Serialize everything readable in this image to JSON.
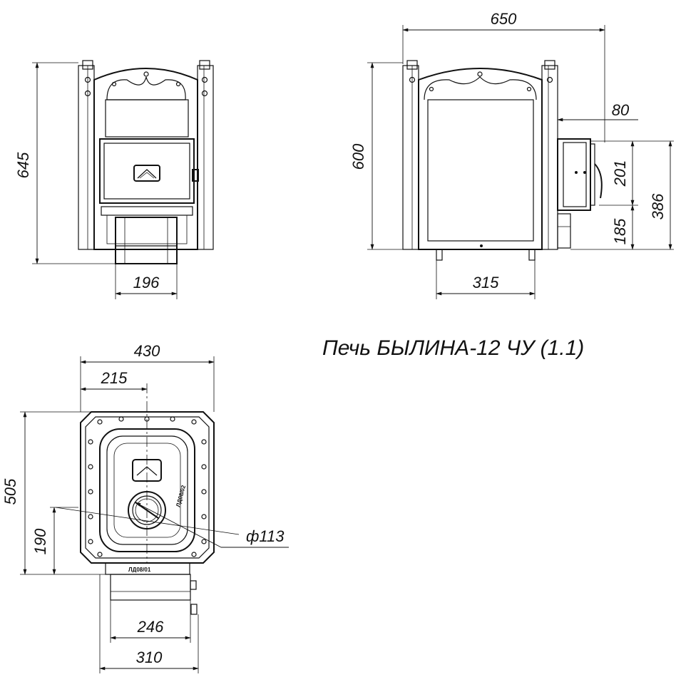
{
  "title": "Печь БЫЛИНА-12 ЧУ (1.1)",
  "front_view": {
    "height_label": "645",
    "flue_width_label": "196"
  },
  "side_view": {
    "width_label": "650",
    "height_label": "600",
    "base_label": "315",
    "offset_label": "80",
    "door_height_label": "201",
    "door_total_label": "386",
    "door_bottom_label": "185"
  },
  "top_view": {
    "width_label": "430",
    "half_width_label": "215",
    "depth_label": "505",
    "flue_offset_label": "190",
    "flue_diameter_label": "ф113",
    "inner_width_label": "246",
    "outer_width_label": "310",
    "marking_side": "ЛД08/02",
    "marking_front": "ЛД08/01"
  }
}
